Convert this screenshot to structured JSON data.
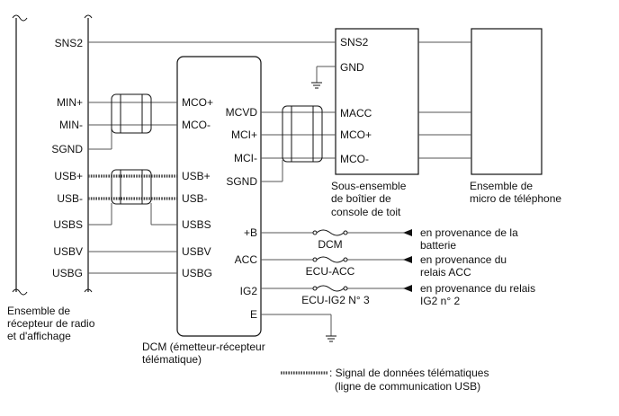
{
  "radio": {
    "pins": [
      "SNS2",
      "MIN+",
      "MIN-",
      "SGND",
      "USB+",
      "USB-",
      "USBS",
      "USBV",
      "USBG"
    ],
    "label_line1": "Ensemble de",
    "label_line2": "récepteur de radio",
    "label_line3": "et d'affichage"
  },
  "dcm": {
    "left_pins": [
      "MCO+",
      "MCO-",
      "USB+",
      "USB-",
      "USBS",
      "USBV",
      "USBG"
    ],
    "right_pins": [
      "MCVD",
      "MCI+",
      "MCI-",
      "SGND",
      "+B",
      "ACC",
      "IG2",
      "E"
    ],
    "label_line1": "DCM (émetteur-récepteur",
    "label_line2": "télématique)"
  },
  "roof": {
    "pins": [
      "SNS2",
      "GND",
      "MACC",
      "MCO+",
      "MCO-"
    ],
    "label_line1": "Sous-ensemble",
    "label_line2": "de boîtier de",
    "label_line3": "console de toit"
  },
  "mic": {
    "label_line1": "Ensemble de",
    "label_line2": "micro de téléphone"
  },
  "fuses": [
    "DCM",
    "ECU-ACC",
    "ECU-IG2 N° 3"
  ],
  "sources": [
    {
      "line1": "en provenance de la",
      "line2": "batterie"
    },
    {
      "line1": "en provenance du",
      "line2": "relais ACC"
    },
    {
      "line1": "en provenance du relais",
      "line2": "IG2 n° 2"
    }
  ],
  "legend": {
    "line1": ": Signal de données télématiques",
    "line2": "(ligne de communication USB)"
  }
}
